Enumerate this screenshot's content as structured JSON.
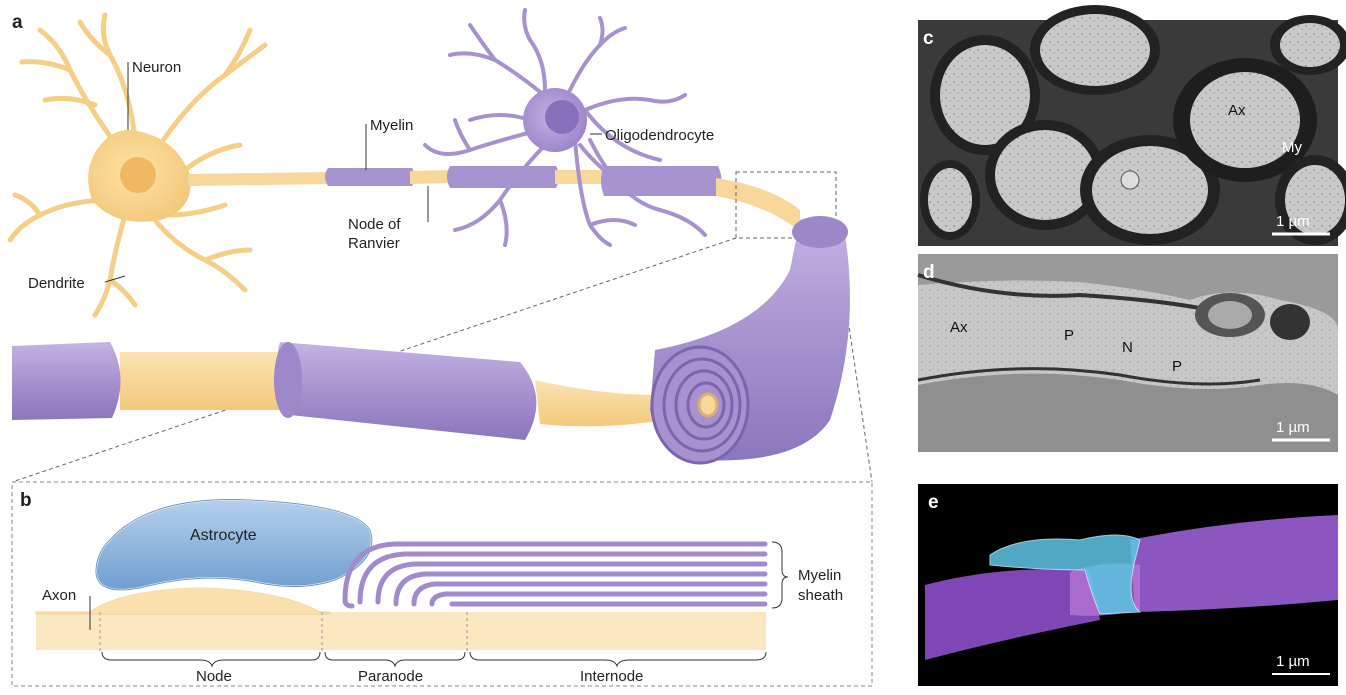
{
  "panels": {
    "a": "a",
    "b": "b",
    "c": "c",
    "d": "d",
    "e": "e"
  },
  "panel_a": {
    "neuron": "Neuron",
    "myelin": "Myelin",
    "oligodendrocyte": "Oligodendrocyte",
    "node_line1": "Node of",
    "node_line2": "Ranvier",
    "dendrite": "Dendrite"
  },
  "panel_b": {
    "astrocyte": "Astrocyte",
    "axon": "Axon",
    "myelin_line1": "Myelin",
    "myelin_line2": "sheath",
    "node": "Node",
    "paranode": "Paranode",
    "internode": "Internode"
  },
  "panel_c": {
    "ax": "Ax",
    "my": "My",
    "scale": "1 µm"
  },
  "panel_d": {
    "ax": "Ax",
    "p1": "P",
    "n": "N",
    "p2": "P",
    "scale": "1 µm"
  },
  "panel_e": {
    "scale": "1 µm"
  },
  "colors": {
    "neuron": "#f7d28a",
    "myelin": "#a893cc",
    "myelin_dark": "#7c65ad",
    "axon": "#f8d79a",
    "astrocyte": "#8fb6dc",
    "em_bg": "#bdbdbd",
    "panel_e_bg": "#000000"
  }
}
